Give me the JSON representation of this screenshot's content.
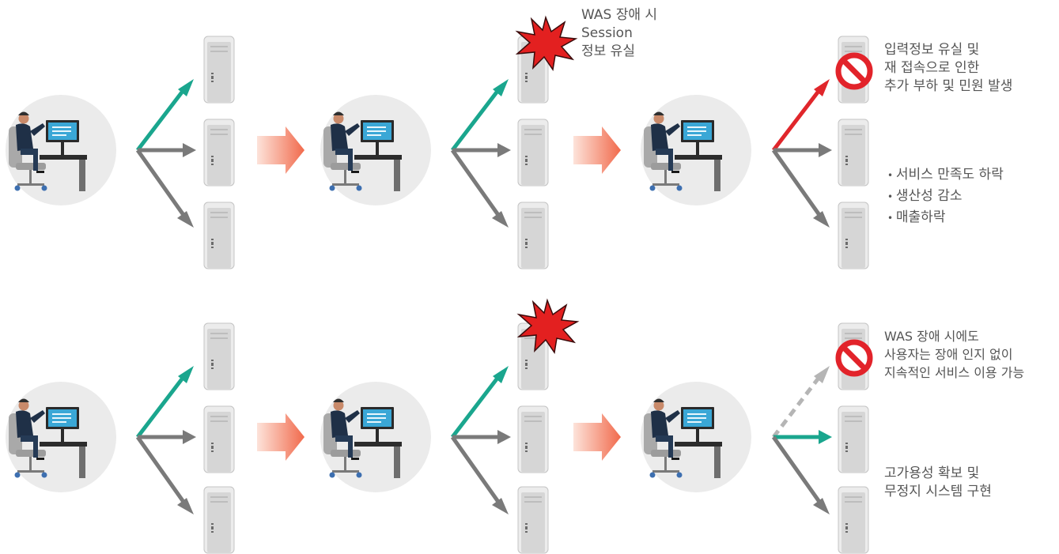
{
  "colors": {
    "circle": "#ebebeb",
    "server_body": "#d6d6d6",
    "server_frame": "#ececec",
    "arrow_teal": "#1aa68e",
    "arrow_gray": "#7a7a7a",
    "arrow_red": "#e0262b",
    "arrow_dashed": "#b5b5b5",
    "transition_arrow": "#f3876a",
    "burst": "#e32020",
    "forbidden": "#e2232a",
    "text": "#555555"
  },
  "top_row": {
    "failure_note": [
      "WAS 장애 시",
      "Session",
      "정보 유실"
    ],
    "result_note": [
      "입력정보 유실 및",
      "재 접속으로 인한",
      "추가 부하 및 민원 발생"
    ],
    "impacts": [
      "서비스 만족도 하락",
      "생산성 감소",
      "매출하락"
    ]
  },
  "bottom_row": {
    "result_note": [
      "WAS 장애 시에도",
      "사용자는 장애 인지 없이",
      "지속적인 서비스 이용 가능"
    ],
    "outcome_note": [
      "고가용성 확보 및",
      "무정지 시스템 구현"
    ]
  },
  "icons": {
    "user": "user-at-computer-icon",
    "server": "server-tower-icon",
    "failure": "explosion-icon",
    "blocked": "forbidden-icon",
    "transition": "transition-arrow-icon"
  }
}
